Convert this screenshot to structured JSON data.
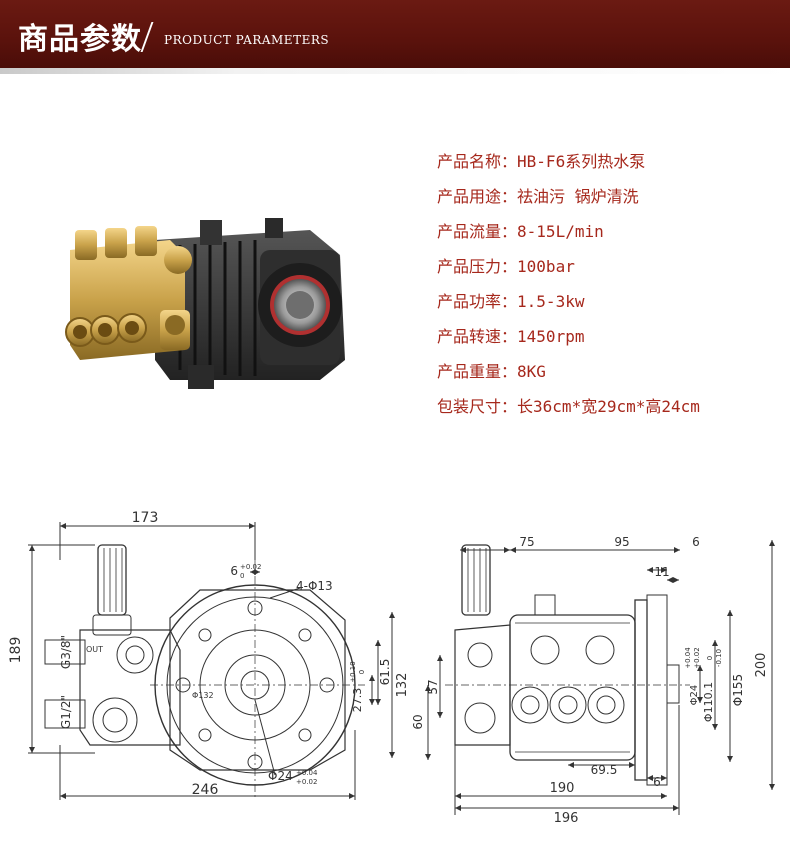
{
  "header": {
    "title_cn": "商品参数",
    "title_en": "PRODUCT PARAMETERS"
  },
  "colors": {
    "banner": "#5a120c",
    "param_text": "#a6281c",
    "brass": "#c9a24a",
    "pump_body": "#3a3a3a"
  },
  "params": [
    {
      "label": "产品名称",
      "value": "HB-F6系列热水泵"
    },
    {
      "label": "产品用途",
      "value": "祛油污 锅炉清洗"
    },
    {
      "label": "产品流量",
      "value": "8-15L/min"
    },
    {
      "label": "产品压力",
      "value": "100bar"
    },
    {
      "label": "产品功率",
      "value": "1.5-3kw"
    },
    {
      "label": "产品转速",
      "value": "1450rpm"
    },
    {
      "label": "产品重量",
      "value": "8KG"
    },
    {
      "label": "包装尺寸",
      "value": "长36cm*宽29cm*高24cm"
    }
  ],
  "drawing_front": {
    "width_top": "173",
    "width_bottom": "246",
    "height_left": "189",
    "port_top": "G3/8\"",
    "port_bottom": "G1/2\"",
    "port_label": "OUT",
    "key_width": "6",
    "key_tol_upper": "+0.02",
    "key_tol_lower": "0",
    "holes": "4-Φ13",
    "small_dia": "Φ132",
    "shaft_height": "27.3",
    "shaft_height_tol_upper": "+0.10",
    "shaft_height_tol_lower": "0",
    "dim_61": "61.5",
    "dim_132": "132",
    "shaft_dia": "Φ24",
    "shaft_dia_tol_upper": "+0.04",
    "shaft_dia_tol_lower": "+0.02"
  },
  "drawing_side": {
    "dim_75": "75",
    "dim_95": "95",
    "dim_6_top": "6",
    "dim_11": "11",
    "dim_57": "57",
    "dim_60": "60",
    "dim_69": "69.5",
    "dim_6_bottom": "6",
    "dim_190": "190",
    "dim_196": "196",
    "shaft_dia": "Φ24",
    "shaft_dia_tol_upper": "+0.04",
    "shaft_dia_tol_lower": "+0.02",
    "flange_dia": "Φ110.1",
    "flange_dia_tol_upper": "0",
    "flange_dia_tol_lower": "-0.10",
    "outer_dia": "Φ155",
    "height": "200"
  }
}
